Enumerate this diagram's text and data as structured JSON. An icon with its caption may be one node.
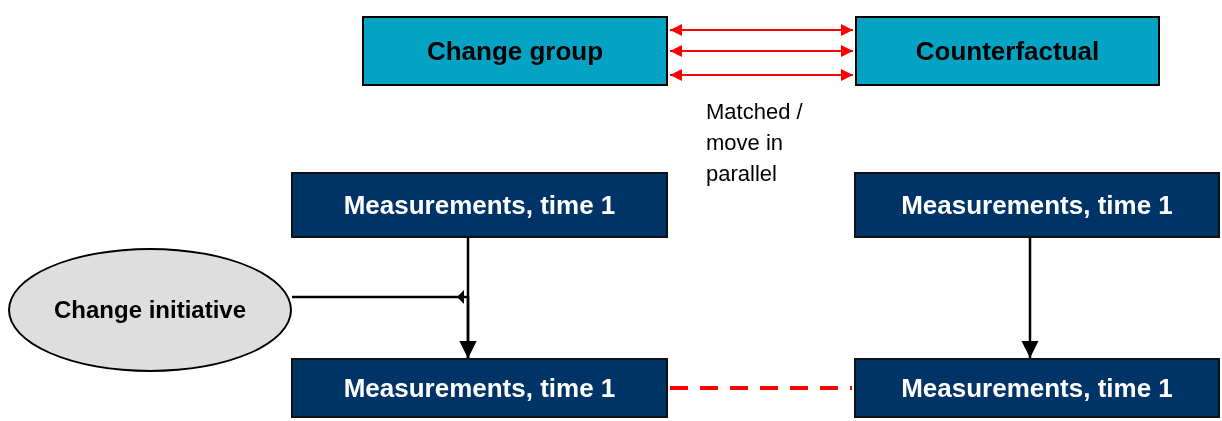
{
  "diagram": {
    "nodes": [
      {
        "text": [
          "Change group"
        ]
      },
      {
        "text": [
          "Counterfactual"
        ]
      },
      {
        "text": [
          "Measurements, time 1"
        ]
      },
      {
        "text": [
          "Measurements, time 1"
        ]
      },
      {
        "text": [
          "Change initiative"
        ]
      },
      {
        "text": [
          "Measurements, time 1"
        ]
      },
      {
        "text": [
          "Measurements, time 1"
        ]
      }
    ],
    "edges": [
      {
        "from": 0,
        "to": 1,
        "arrow": "both",
        "color": "#ff0000"
      },
      {
        "from": 0,
        "to": 1,
        "arrow": "both",
        "color": "#ff0000"
      },
      {
        "from": 0,
        "to": 1,
        "arrow": "both",
        "color": "#ff0000"
      },
      {
        "from": 2,
        "to": 5,
        "arrow": "to",
        "color": "#000000"
      },
      {
        "from": 4,
        "to": 5,
        "arrow": "to",
        "color": "#000000"
      },
      {
        "from": 3,
        "to": 6,
        "arrow": "to",
        "color": "#000000"
      },
      {
        "from": 5,
        "to": 6,
        "arrow": "none",
        "style": "dashed",
        "color": "#ff0000"
      }
    ],
    "labels": [
      "Matched / move in parallel"
    ]
  }
}
